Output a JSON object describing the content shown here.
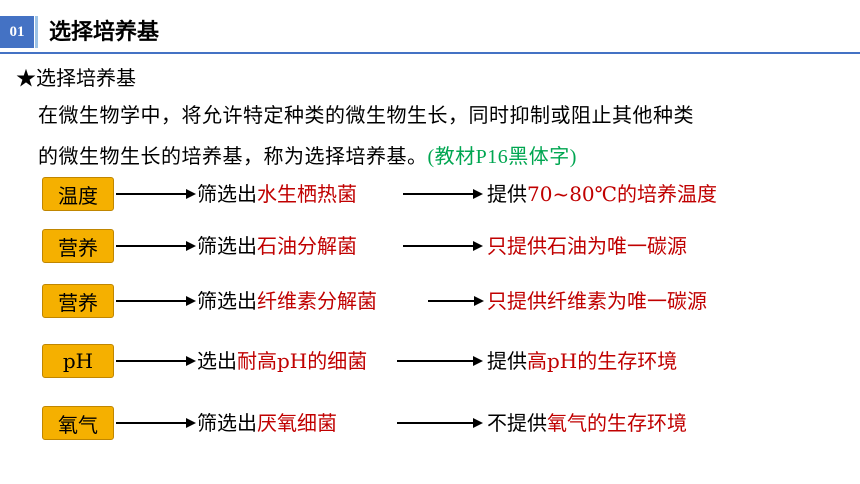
{
  "header": {
    "number": "01",
    "title": "选择培养基"
  },
  "subtitle": {
    "star": "★",
    "text": "选择培养基"
  },
  "paragraph": {
    "line1": "在微生物学中，将允许特定种类的微生物生长，同时抑制或阻止其他种类",
    "line2": "的微生物生长的培养基，称为选择培养基。",
    "note": "(教材P16黑体字)"
  },
  "rows": [
    {
      "tag": "温度",
      "mid_plain": "筛选出",
      "mid_red": "水生栖热菌",
      "end_plain": "提供",
      "end_red": "",
      "end_black2": "70~80℃的培养温度"
    },
    {
      "tag": "营养",
      "mid_plain": "筛选出",
      "mid_red": "石油分解菌",
      "end_plain": "只提供",
      "end_red": "石油为唯一碳源",
      "end_black2": ""
    },
    {
      "tag": "营养",
      "mid_plain": "筛选出",
      "mid_red": "纤维素分解菌",
      "end_plain": "只提供",
      "end_red": "纤维素为唯一碳源",
      "end_black2": ""
    },
    {
      "tag": "pH",
      "mid_plain": "选出",
      "mid_red": "耐高pH的细菌",
      "end_plain": "提供",
      "end_red": "高pH",
      "end_black2": "的生存环境"
    },
    {
      "tag": "氧气",
      "mid_plain": "筛选出",
      "mid_red": "厌氧细菌",
      "end_plain": "不提供",
      "end_red": "氧气",
      "end_black2": "的生存环境"
    }
  ],
  "colors": {
    "accent": "#4472c4",
    "tag_fill": "#f5b000",
    "highlight": "#c00000",
    "note": "#00a651"
  }
}
